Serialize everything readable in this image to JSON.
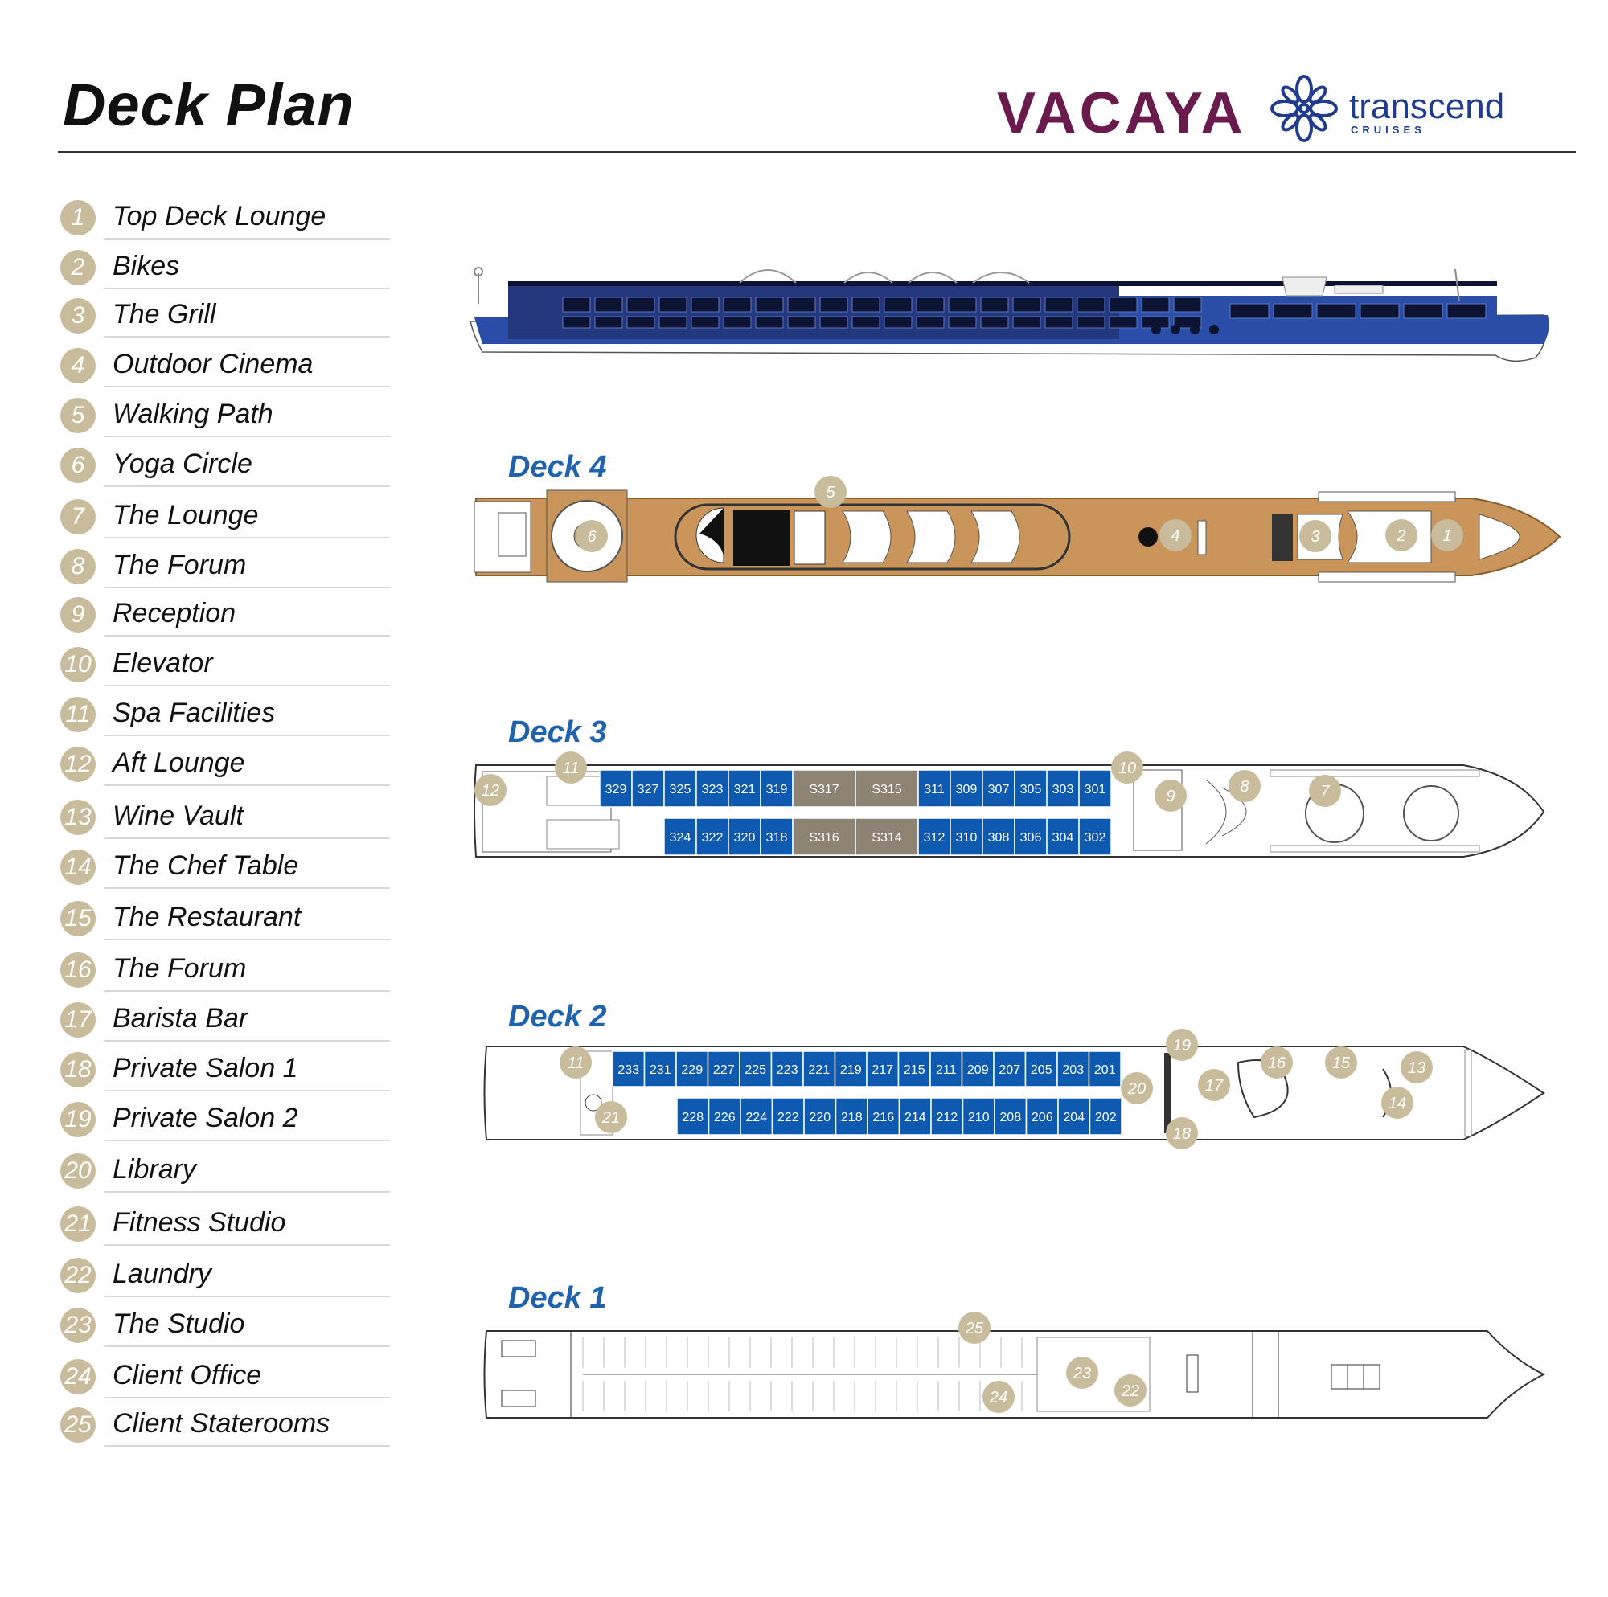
{
  "header": {
    "title": "Deck Plan",
    "brand_vacaya": "VACAYA",
    "brand_transcend": "transcend",
    "brand_transcend_sub": "CRUISES"
  },
  "legend": [
    {
      "num": "1",
      "label": "Top Deck Lounge"
    },
    {
      "num": "2",
      "label": "Bikes"
    },
    {
      "num": "3",
      "label": "The Grill"
    },
    {
      "num": "4",
      "label": "Outdoor Cinema"
    },
    {
      "num": "5",
      "label": "Walking Path"
    },
    {
      "num": "6",
      "label": "Yoga Circle"
    },
    {
      "num": "7",
      "label": "The Lounge"
    },
    {
      "num": "8",
      "label": "The Forum"
    },
    {
      "num": "9",
      "label": "Reception"
    },
    {
      "num": "10",
      "label": "Elevator"
    },
    {
      "num": "11",
      "label": "Spa Facilities"
    },
    {
      "num": "12",
      "label": "Aft Lounge"
    },
    {
      "num": "13",
      "label": "Wine Vault"
    },
    {
      "num": "14",
      "label": "The Chef Table"
    },
    {
      "num": "15",
      "label": "The Restaurant"
    },
    {
      "num": "16",
      "label": "The Forum"
    },
    {
      "num": "17",
      "label": "Barista Bar"
    },
    {
      "num": "18",
      "label": "Private Salon 1"
    },
    {
      "num": "19",
      "label": "Private Salon 2"
    },
    {
      "num": "20",
      "label": "Library"
    },
    {
      "num": "21",
      "label": "Fitness Studio"
    },
    {
      "num": "22",
      "label": "Laundry"
    },
    {
      "num": "23",
      "label": "The Studio"
    },
    {
      "num": "24",
      "label": "Client Office"
    },
    {
      "num": "25",
      "label": "Client Staterooms"
    }
  ],
  "decks": {
    "deck4": {
      "label": "Deck 4",
      "markers": [
        "6",
        "5",
        "4",
        "3",
        "2",
        "1"
      ]
    },
    "deck3": {
      "label": "Deck 3",
      "top_cabins": [
        "329",
        "327",
        "325",
        "323",
        "321",
        "319",
        "S317",
        "S315",
        "311",
        "309",
        "307",
        "305",
        "303",
        "301"
      ],
      "bottom_cabins": [
        "324",
        "322",
        "320",
        "318",
        "S316",
        "S314",
        "312",
        "310",
        "308",
        "306",
        "304",
        "302"
      ],
      "markers": [
        "12",
        "11",
        "10",
        "9",
        "8",
        "7"
      ]
    },
    "deck2": {
      "label": "Deck 2",
      "top_cabins": [
        "233",
        "231",
        "229",
        "227",
        "225",
        "223",
        "221",
        "219",
        "217",
        "215",
        "211",
        "209",
        "207",
        "205",
        "203",
        "201"
      ],
      "bottom_cabins": [
        "228",
        "226",
        "224",
        "222",
        "220",
        "218",
        "216",
        "214",
        "212",
        "210",
        "208",
        "206",
        "204",
        "202"
      ],
      "markers": [
        "11",
        "21",
        "19",
        "20",
        "18",
        "17",
        "16",
        "15",
        "13",
        "14"
      ]
    },
    "deck1": {
      "label": "Deck 1",
      "markers": [
        "25",
        "24",
        "23",
        "22"
      ]
    }
  },
  "colors": {
    "cabin_blue": "#0e5ab0",
    "suite_gray": "#8c8373",
    "marker_tan": "#c9bc9c",
    "deck_label_blue": "#1f63ad",
    "brand_purple": "#6a1a4c",
    "hull_blue": "#2a4ea8",
    "wood": "#c9955a"
  }
}
